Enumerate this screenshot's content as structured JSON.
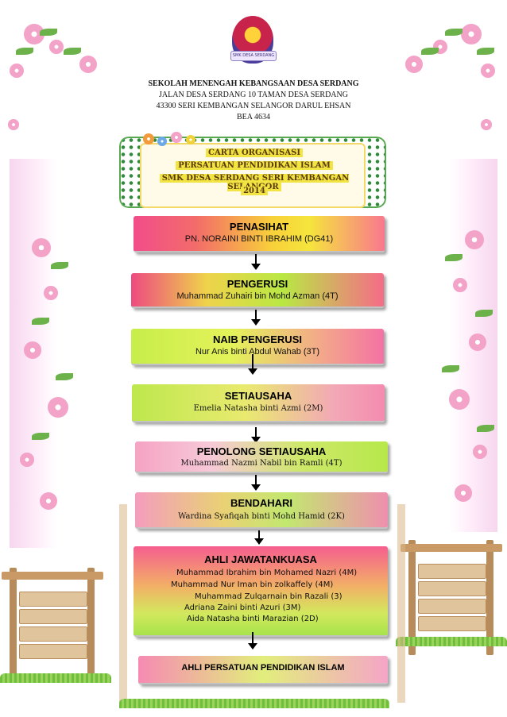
{
  "header": {
    "logo_text": "SMK DESA SERDANG",
    "school": "SEKOLAH MENENGAH KEBANGSAAN DESA SERDANG",
    "address_line1": "JALAN DESA SERDANG 10 TAMAN DESA SERDANG",
    "address_line2": "43300 SERI KEMBANGAN SELANGOR DARUL EHSAN",
    "code": "BEA 4634"
  },
  "banner": {
    "line1": "CARTA ORGANISASI",
    "line2": "PERSATUAN PENDIDIKAN ISLAM",
    "line3": "SMK DESA SERDANG SERI KEMBANGAN SELANGOR",
    "line4": "2014"
  },
  "nodes": {
    "penasihat": {
      "title": "PENASIHAT",
      "name": "PN. NORAINI BINTI IBRAHIM (DG41)"
    },
    "pengerusi": {
      "title": "PENGERUSI",
      "name": "Muhammad Zuhairi bin Mohd Azman (4T)"
    },
    "naib": {
      "title": "NAIB PENGERUSI",
      "name": "Nur Anis binti Abdul Wahab (3T)"
    },
    "setiausaha": {
      "title": "SETIAUSAHA",
      "name": "Emelia Natasha binti Azmi (2M)"
    },
    "penolong": {
      "title": "PENOLONG SETIAUSAHA",
      "name": "Muhammad Nazmi Nabil bin Ramli (4T)"
    },
    "bendahari": {
      "title": "BENDAHARI",
      "name": "Wardina Syafiqah binti Mohd Hamid (2K)"
    },
    "ajk": {
      "title": "AHLI JAWATANKUASA",
      "members": [
        "Muhammad Ibrahim bin Mohamed Nazri (4M)",
        "Muhammad Nur Iman bin zolkaffely (4M)",
        "Muhammad Zulqarnain bin Razali (3)",
        "Adriana Zaini binti Azuri (3M)",
        "Aida Natasha binti Marazian (2D)"
      ]
    },
    "ahli": {
      "title": "AHLI PERSATUAN PENDIDIKAN ISLAM"
    }
  },
  "colors": {
    "accent_pink": "#f24d8a",
    "accent_yellow": "#f6e53c",
    "accent_green": "#b9e843"
  }
}
